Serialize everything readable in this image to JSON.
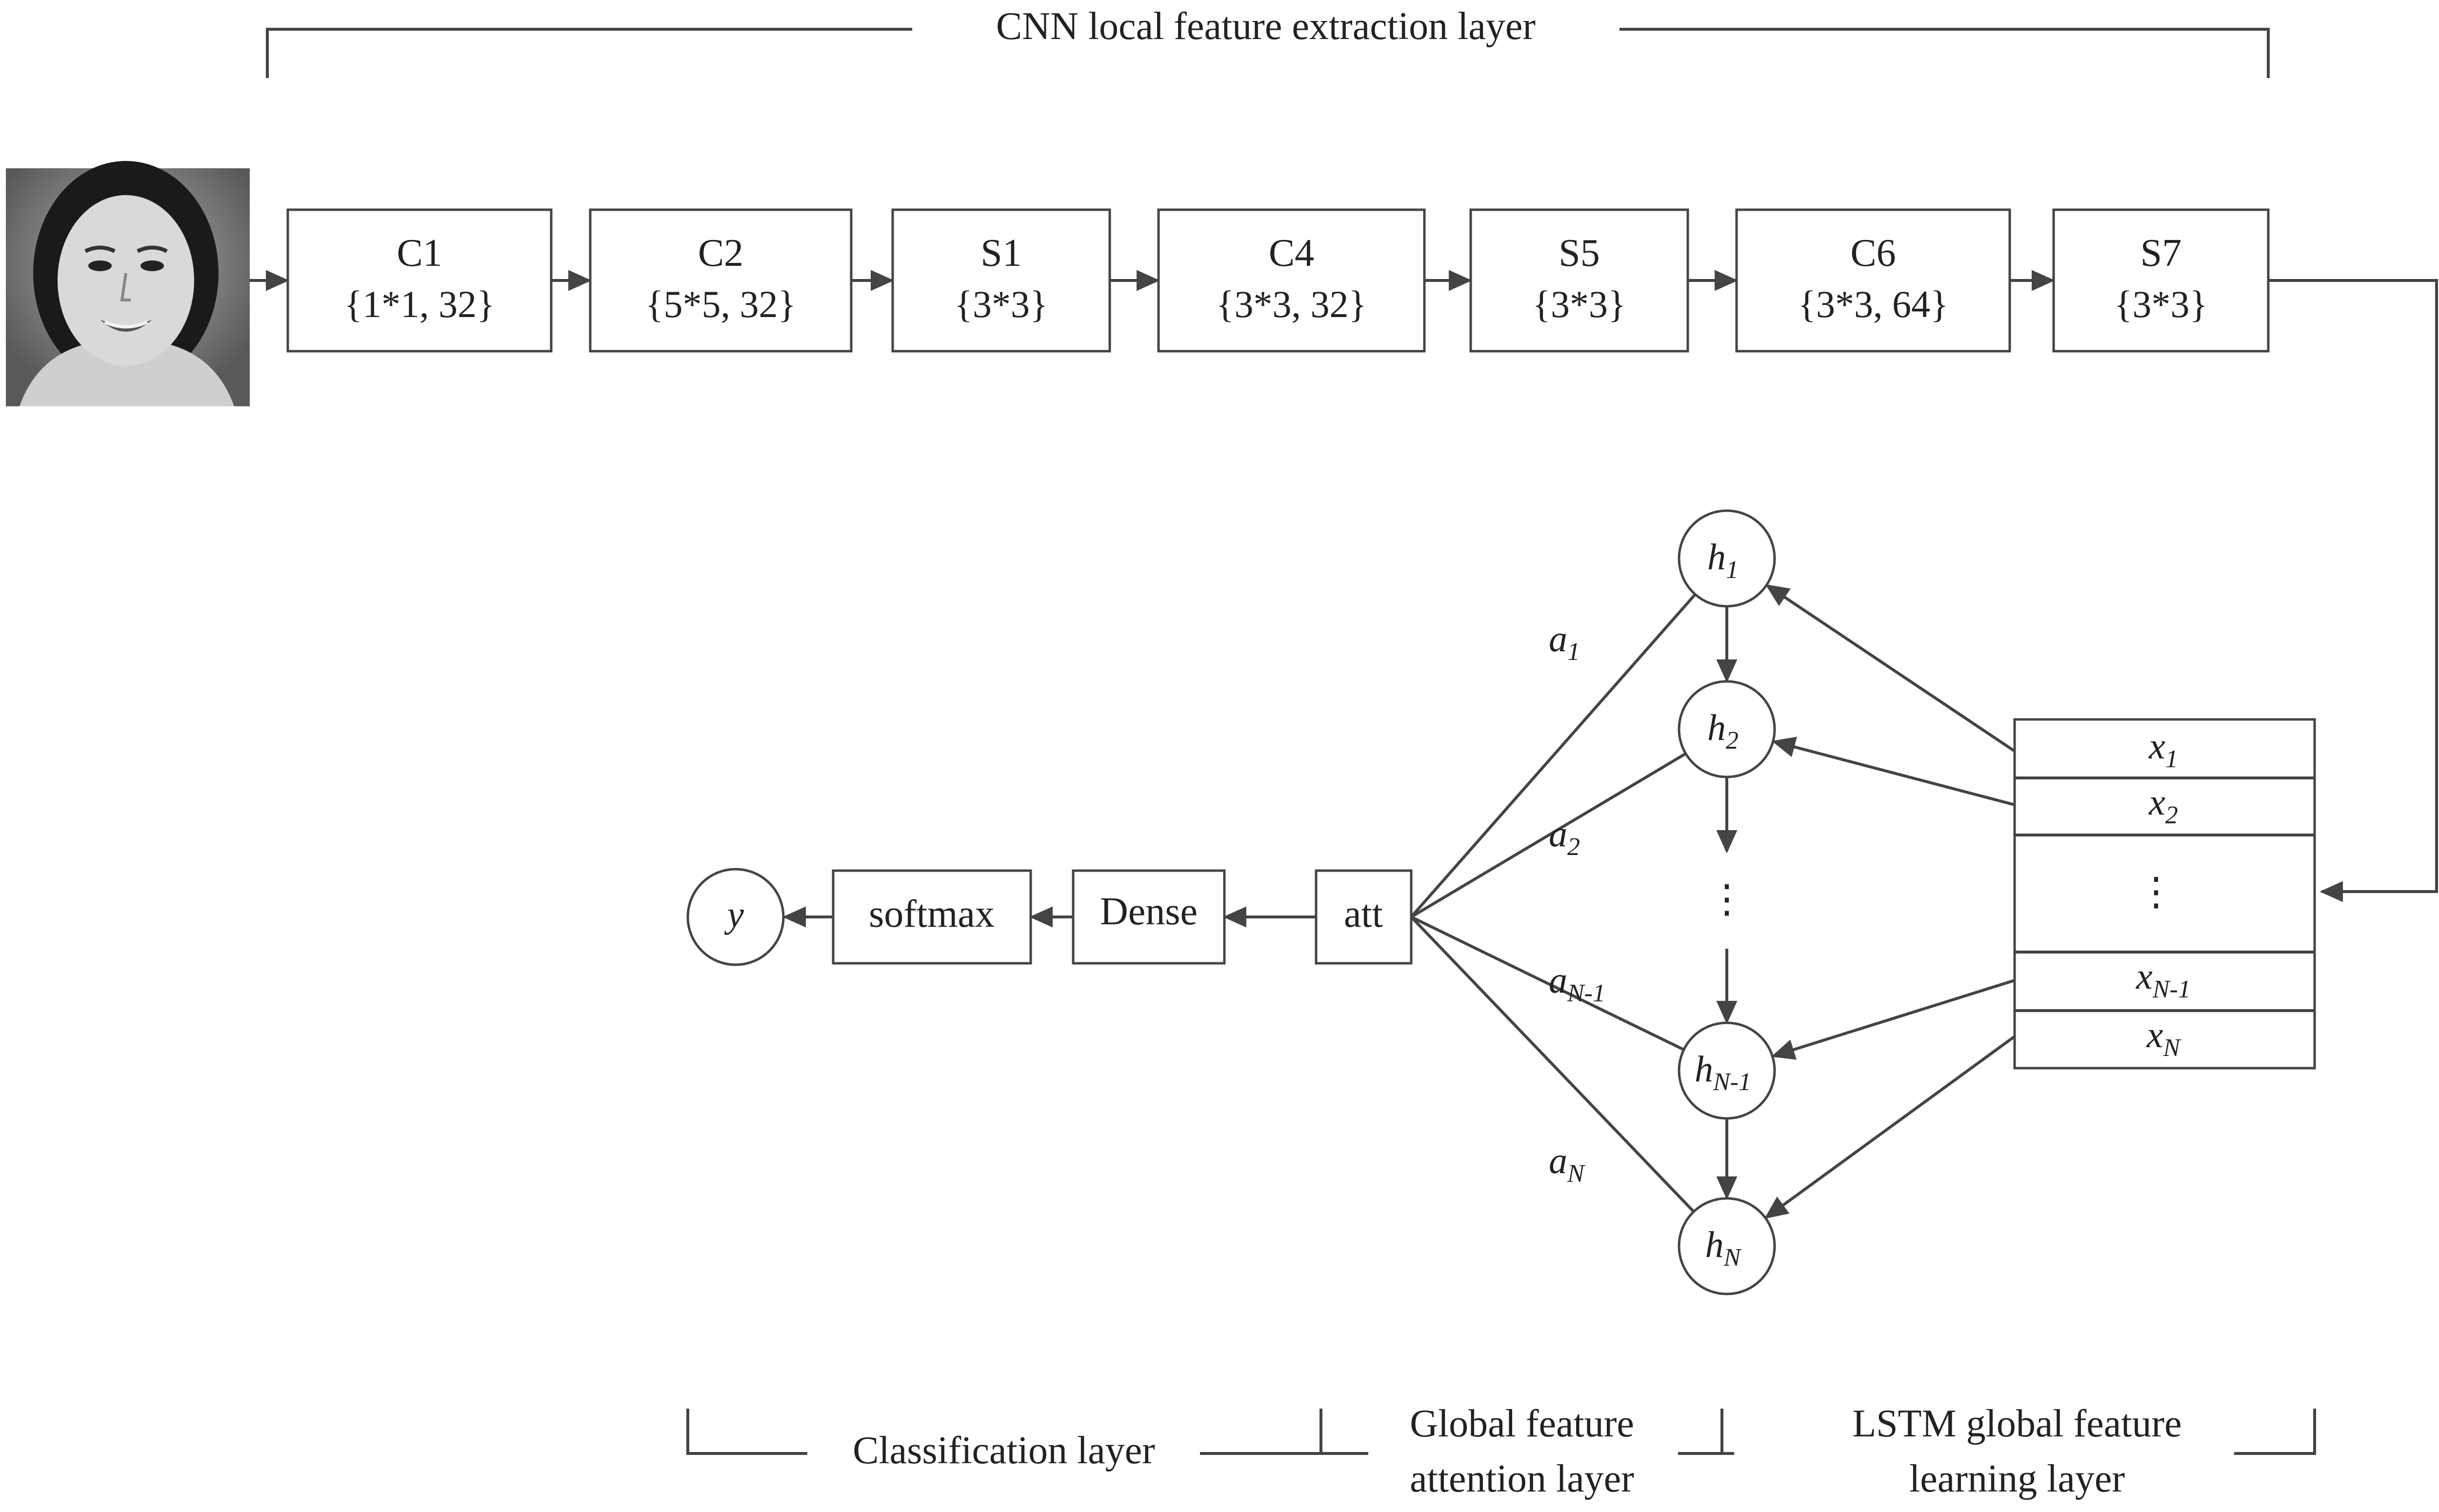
{
  "bracket_labels": {
    "cnn": "CNN local feature extraction layer",
    "classification": "Classification layer",
    "attention_line1": "Global feature",
    "attention_line2": "attention layer",
    "lstm_line1": "LSTM global feature",
    "lstm_line2": "learning layer"
  },
  "cnn_layers": [
    {
      "name": "C1",
      "params": "{1*1, 32}"
    },
    {
      "name": "C2",
      "params": "{5*5, 32}"
    },
    {
      "name": "S1",
      "params": "{3*3}"
    },
    {
      "name": "C4",
      "params": "{3*3, 32}"
    },
    {
      "name": "S5",
      "params": "{3*3}"
    },
    {
      "name": "C6",
      "params": "{3*3, 64}"
    },
    {
      "name": "S7",
      "params": "{3*3}"
    }
  ],
  "hidden_states": [
    {
      "base": "h",
      "sub": "1"
    },
    {
      "base": "h",
      "sub": "2"
    },
    {
      "base": "h",
      "sub": "N-1"
    },
    {
      "base": "h",
      "sub": "N"
    }
  ],
  "inputs": [
    {
      "base": "x",
      "sub": "1"
    },
    {
      "base": "x",
      "sub": "2"
    },
    {
      "base": "x",
      "sub": "N-1"
    },
    {
      "base": "x",
      "sub": "N"
    }
  ],
  "attention_weights": [
    {
      "base": "a",
      "sub": "1"
    },
    {
      "base": "a",
      "sub": "2"
    },
    {
      "base": "a",
      "sub": "N-1"
    },
    {
      "base": "a",
      "sub": "N"
    }
  ],
  "ellipsis": "⋮",
  "head": {
    "att": "att",
    "dense": "Dense",
    "softmax": "softmax",
    "output": "y"
  }
}
